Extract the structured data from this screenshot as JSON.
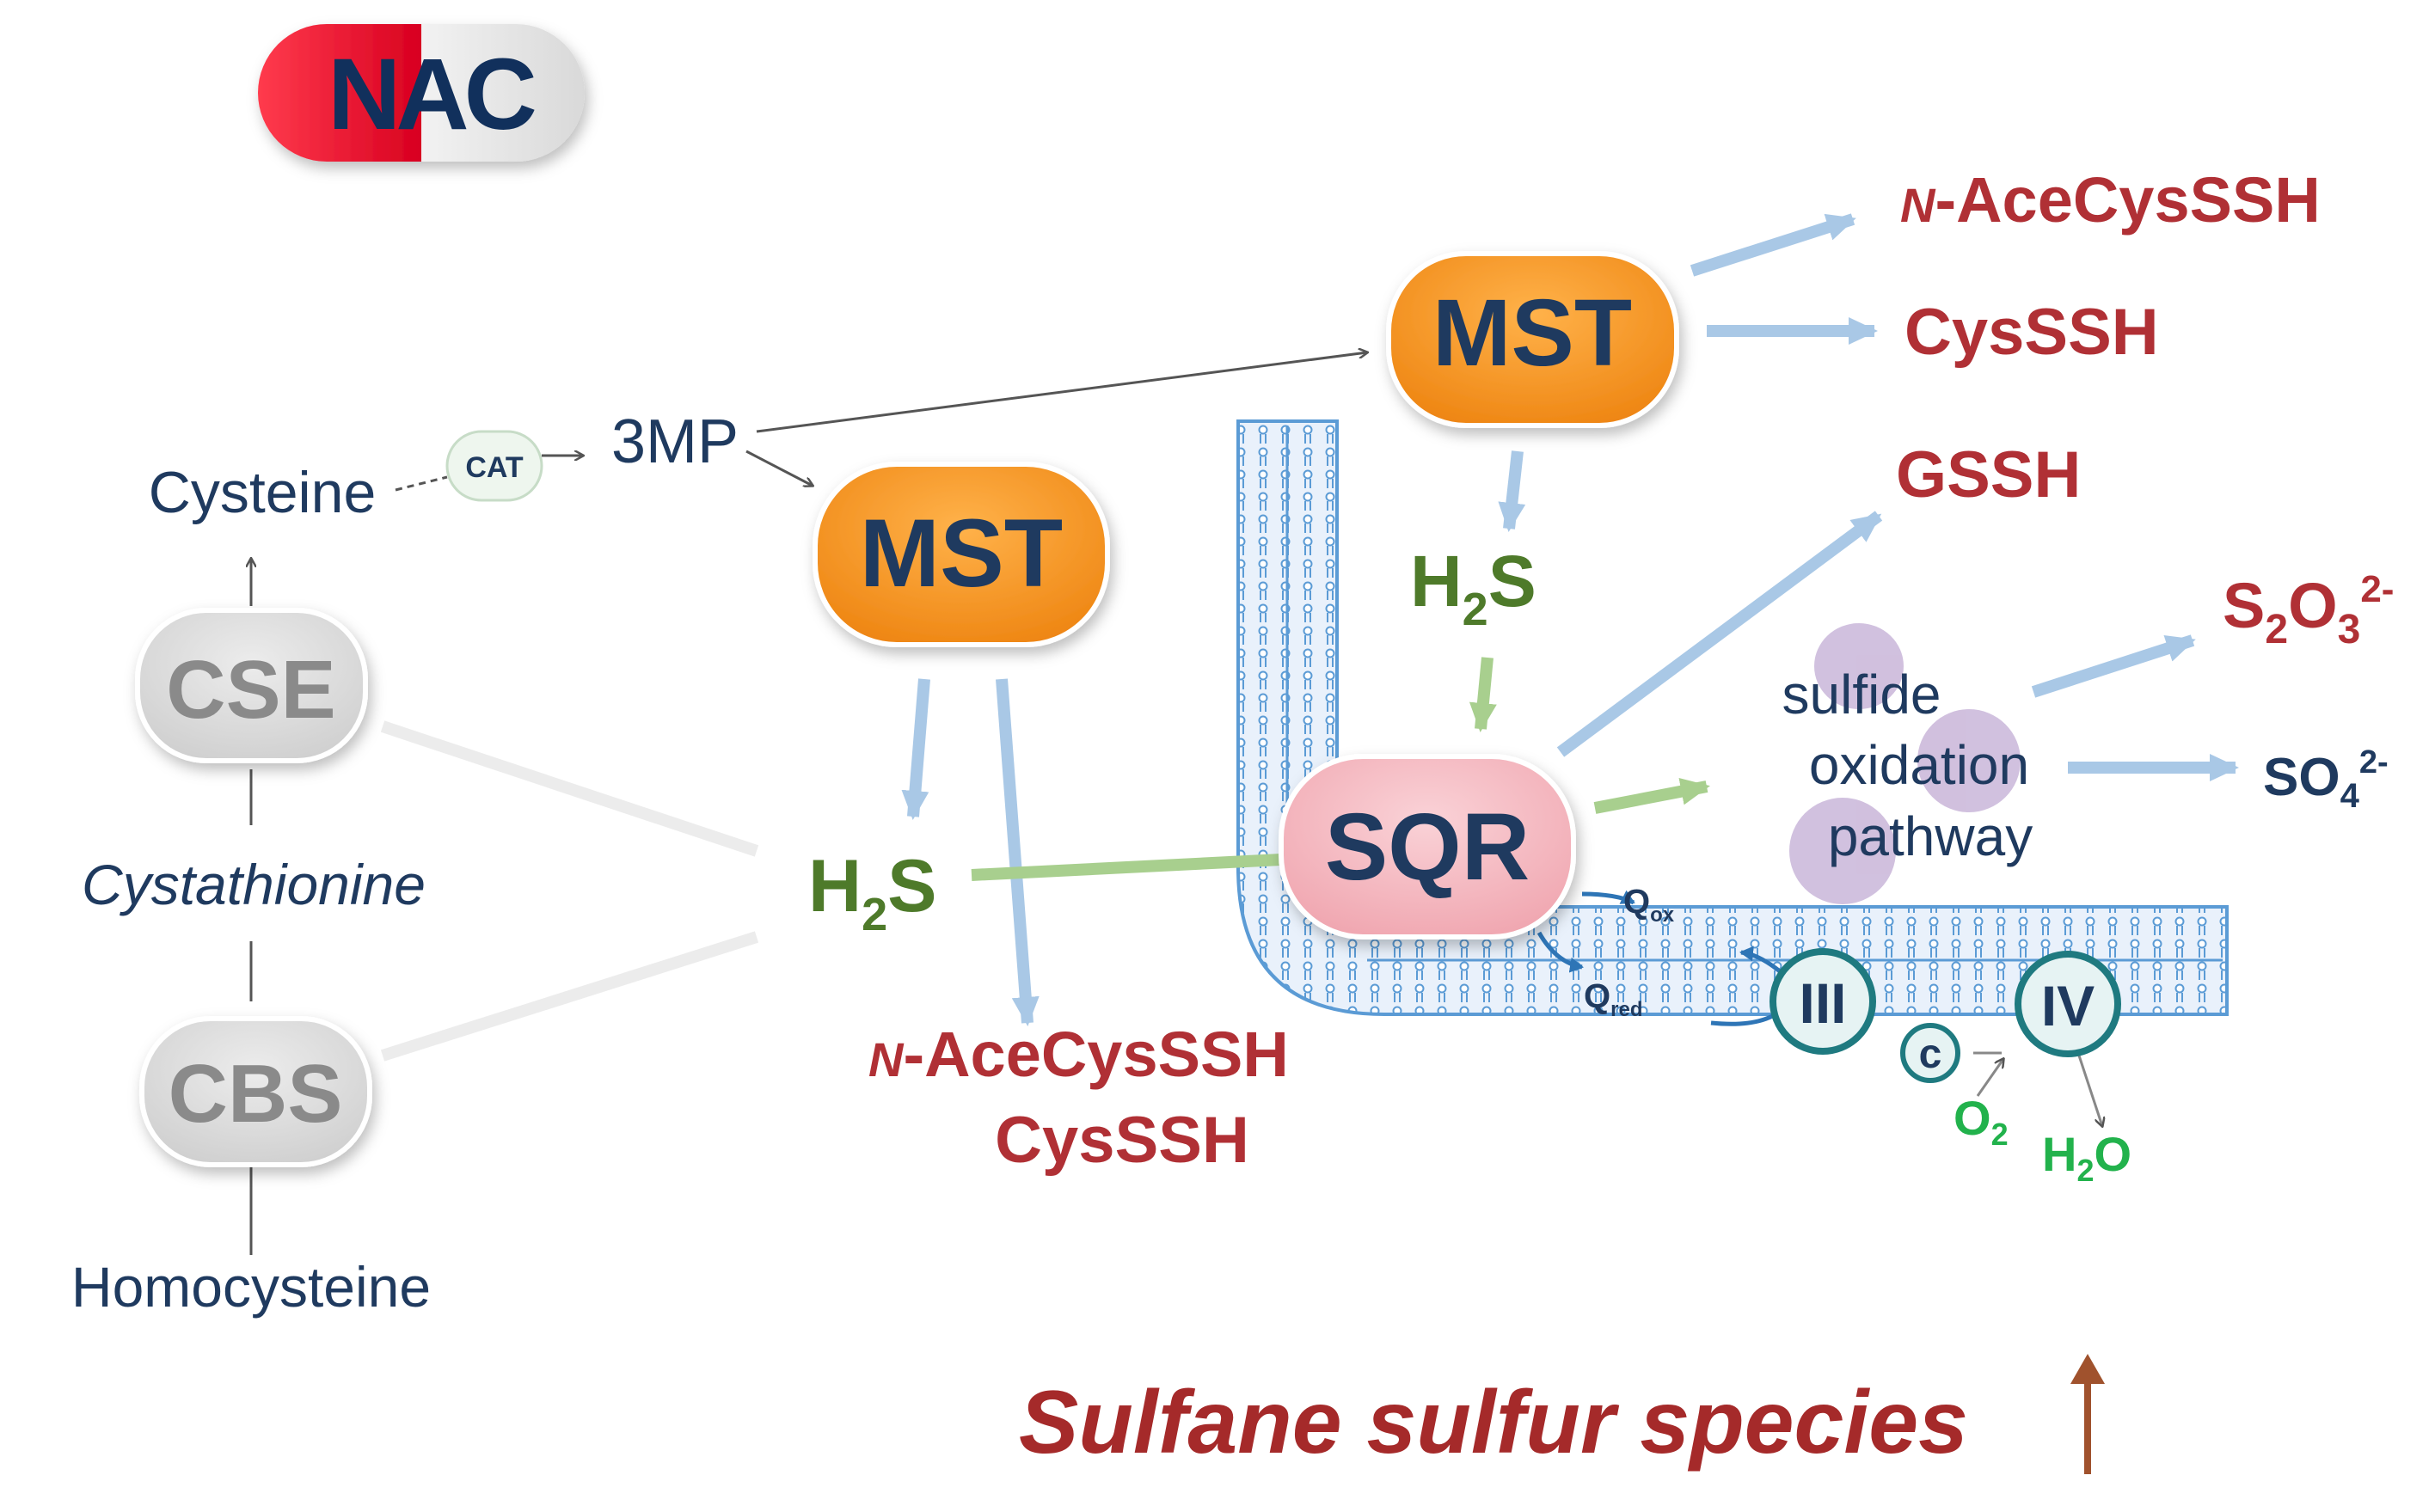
{
  "colors": {
    "navy": "#1f3a5f",
    "red": "#b03035",
    "green": "#4e7a2a",
    "bright_green": "#22b24c",
    "orange": "#f7941d",
    "pink": "#f5b8bf",
    "membrane": "#5b9bd5",
    "light_blue_arrow": "#a9c8e6",
    "light_green_arrow": "#a8cf8e",
    "purple_blob": "#c9b6d9",
    "nac_red": "#e8102e",
    "grey_enzyme": "#d9d9d9"
  },
  "drug": {
    "label": "NAC"
  },
  "pathway": {
    "cysteine": "Cysteine",
    "cat": "CAT",
    "three_mp": "3MP",
    "cse": "CSE",
    "cystathionine": "Cystathionine",
    "cbs": "CBS",
    "homocysteine": "Homocysteine"
  },
  "mst_top": {
    "label": "MST",
    "products": [
      "N-AceCysSSH",
      "CysSSH"
    ]
  },
  "mst_mid": {
    "label": "MST"
  },
  "h2s_top": {
    "h": "H",
    "sub": "2",
    "s": "S"
  },
  "h2s_left": {
    "h": "H",
    "sub": "2",
    "s": "S"
  },
  "sqr": {
    "label": "SQR"
  },
  "left_products": {
    "line1_prefix": "N",
    "line1_rest": "-AceCysSSH",
    "line2": "CysSSH"
  },
  "top_products": {
    "line1_prefix": "N",
    "line1_rest": "-AceCysSSH",
    "line2": "CysSSH"
  },
  "gssh": "GSSH",
  "sulfide_pathway": [
    "sulfide",
    "oxidation",
    "pathway"
  ],
  "thiosulfate": {
    "base": "S",
    "sub1": "2",
    "mid": "O",
    "sub2": "3",
    "sup": "2-"
  },
  "sulfate": {
    "base": "SO",
    "sub": "4",
    "sup": "2-"
  },
  "etc": {
    "q_ox": {
      "q": "Q",
      "sub": "ox"
    },
    "q_red": {
      "q": "Q",
      "sub": "red"
    },
    "complex_iii": "III",
    "cyt_c": "c",
    "complex_iv": "IV",
    "o2": {
      "base": "O",
      "sub": "2"
    },
    "h2o": {
      "h": "H",
      "sub": "2",
      "o": "O"
    }
  },
  "footer": {
    "label": "Sulfane sulfur species"
  }
}
